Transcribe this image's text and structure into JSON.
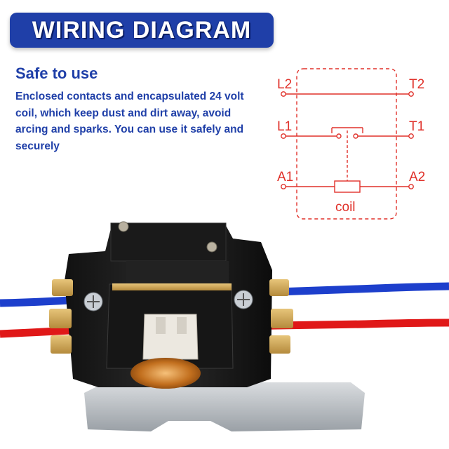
{
  "header": {
    "title": "WIRING DIAGRAM"
  },
  "intro": {
    "subtitle": "Safe to use",
    "description": "Enclosed contacts and encapsulated 24 volt coil, which keep dust and dirt away, avoid arcing and sparks. You can use it safely and securely"
  },
  "schematic": {
    "terminals": {
      "l2": "L2",
      "t2": "T2",
      "l1": "L1",
      "t1": "T1",
      "a1": "A1",
      "a2": "A2"
    },
    "coil_label": "coil",
    "line_color": "#e0312a"
  },
  "photo": {
    "subject": "single-pole contactor",
    "wire_colors": {
      "top": "#1d3fcc",
      "bottom": "#e01818"
    }
  },
  "colors": {
    "accent": "#1f3fa8",
    "banner_text": "#ffffff"
  }
}
